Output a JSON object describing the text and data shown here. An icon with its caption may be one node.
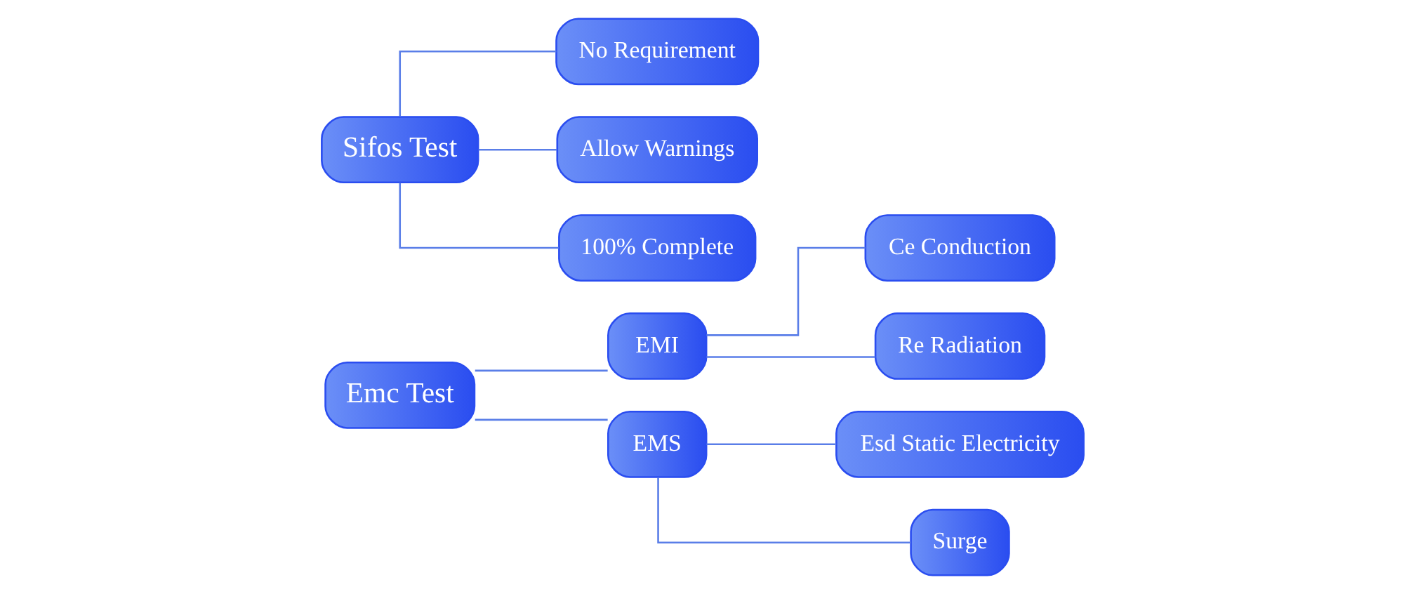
{
  "diagram": {
    "nodes": [
      {
        "text": [
          "Emc Test"
        ]
      },
      {
        "text": [
          "EMI"
        ]
      },
      {
        "text": [
          "EMS"
        ]
      },
      {
        "text": [
          "Ce Conduction"
        ]
      },
      {
        "text": [
          "Re Radiation"
        ]
      },
      {
        "text": [
          "Esd Static Electricity"
        ]
      },
      {
        "text": [
          "Surge"
        ]
      },
      {
        "text": [
          "Sifos Test"
        ]
      },
      {
        "text": [
          "No Requirement"
        ]
      },
      {
        "text": [
          "Allow Warnings"
        ]
      },
      {
        "text": [
          "100% Complete"
        ]
      }
    ],
    "edges": [
      {
        "from": 0,
        "to": 1,
        "arrow": "none"
      },
      {
        "from": 0,
        "to": 2,
        "arrow": "none"
      },
      {
        "from": 1,
        "to": 3,
        "arrow": "none"
      },
      {
        "from": 1,
        "to": 4,
        "arrow": "none"
      },
      {
        "from": 2,
        "to": 5,
        "arrow": "none"
      },
      {
        "from": 2,
        "to": 6,
        "arrow": "none"
      },
      {
        "from": 7,
        "to": 8,
        "arrow": "none"
      },
      {
        "from": 7,
        "to": 9,
        "arrow": "none"
      },
      {
        "from": 7,
        "to": 10,
        "arrow": "none"
      }
    ]
  }
}
